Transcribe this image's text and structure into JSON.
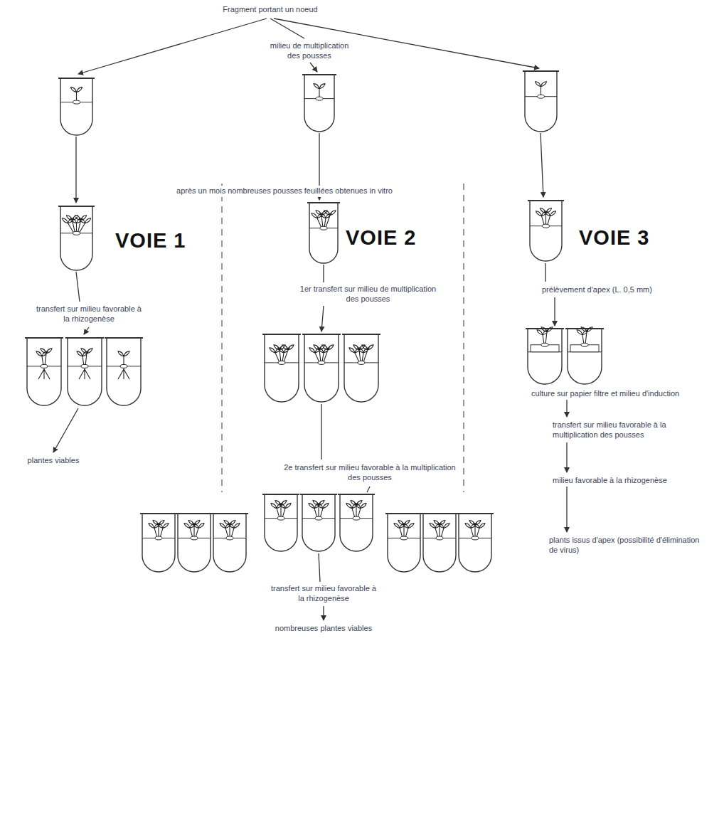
{
  "diagram": {
    "labels": [
      "Fragment portant un noeud",
      "milieu de multiplication des pousses",
      "après un mois nombreuses pousses feuillées obtenues in vitro",
      "VOIE 1",
      "VOIE 2",
      "VOIE 3",
      "transfert sur milieu favorable à la rhizogenèse",
      "1er transfert sur milieu de multiplication des pousses",
      "prélèvement d'apex (L. 0,5 mm)",
      "plantes viables",
      "2e transfert sur milieu favorable à la multiplication des pousses",
      "culture sur papier filtre et milieu d'induction",
      "transfert sur milieu favorable à la multiplication des pousses",
      "milieu favorable à la rhizogenèse",
      "plants issus d'apex (possibilité d'élimination de virus)",
      "transfert sur milieu favorable à la rhizogenèse",
      "nombreuses plantes viables"
    ]
  }
}
